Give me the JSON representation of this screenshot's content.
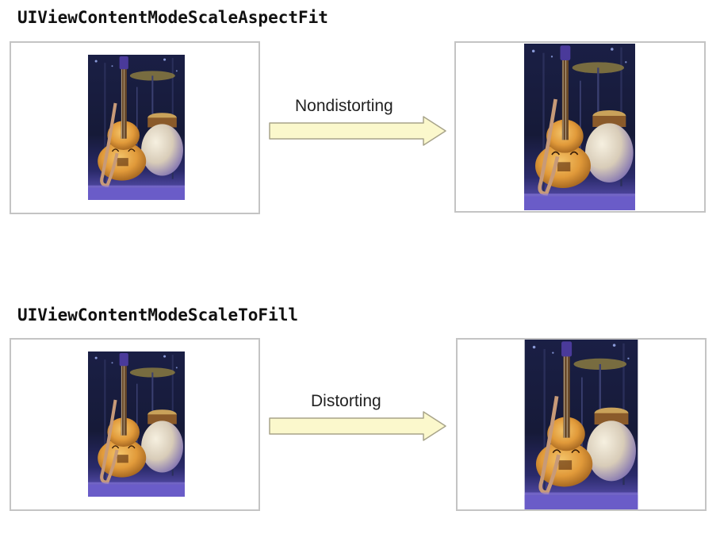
{
  "sections": [
    {
      "title": "UIViewContentModeScaleAspectFit",
      "arrow_label": "Nondistorting"
    },
    {
      "title": "UIViewContentModeScaleToFill",
      "arrow_label": "Distorting"
    }
  ],
  "colors": {
    "arrow_fill": "#fbf8cc",
    "arrow_stroke": "#a8a48a",
    "view_border": "#c4c4c4",
    "stage_floor": "#6a5cc8",
    "stage_dark": "#151a3a",
    "guitar_body": "#e0a040"
  },
  "icons": [
    "guitar-photo",
    "right-arrow"
  ]
}
